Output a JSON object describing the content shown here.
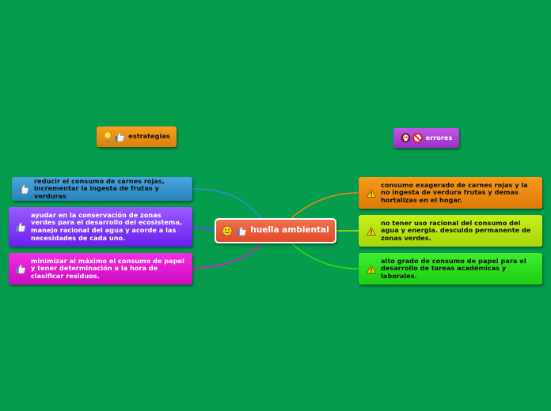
{
  "central": {
    "label": "huella ambiental"
  },
  "left_label": {
    "label": "estrategias"
  },
  "right_label": {
    "label": "errores"
  },
  "left_items": [
    {
      "text": "reducir el consumo de carnes rojas, incrementar la ingesta de frutas y verduras",
      "color": "#2f8fcc"
    },
    {
      "text": "ayudar en la conservación de zonas verdes para el desarrollo del ecosistema, manejo racional del agua  y acorde a las necesidades de cada uno.",
      "color": "#7d3cff"
    },
    {
      "text": "minimizar al máximo el consumo de papel y tener determinación a la hora de clasificar residuos.",
      "color": "#e01cd3"
    }
  ],
  "right_items": [
    {
      "text": "consumo exagerado de carnes rojas y la no ingesta de verdura frutas y demas hortalizas en el hogar.",
      "color": "#ed8a0e"
    },
    {
      "text": "no tener uso racional del consumo del agua y energia. descuido permanente de zonas verdes.",
      "color": "#b5e20f"
    },
    {
      "text": "alto grado de consumo de papel para el desarrollo de tareas académicas y laborales.",
      "color": "#2ddd1c"
    }
  ],
  "colors": {
    "background": "#069c4e",
    "central": "#e85a36",
    "estrategias": "#ec8f10",
    "errores": "#ae40d8"
  },
  "icons": {
    "central": [
      "smiley-icon",
      "thumbs-up-icon"
    ],
    "estrategias": [
      "lightbulb-icon",
      "thumbs-up-icon"
    ],
    "errores": [
      "skull-icon",
      "forbidden-icon"
    ],
    "left_items": "thumbs-up-icon",
    "right_items": "warning-icon"
  }
}
